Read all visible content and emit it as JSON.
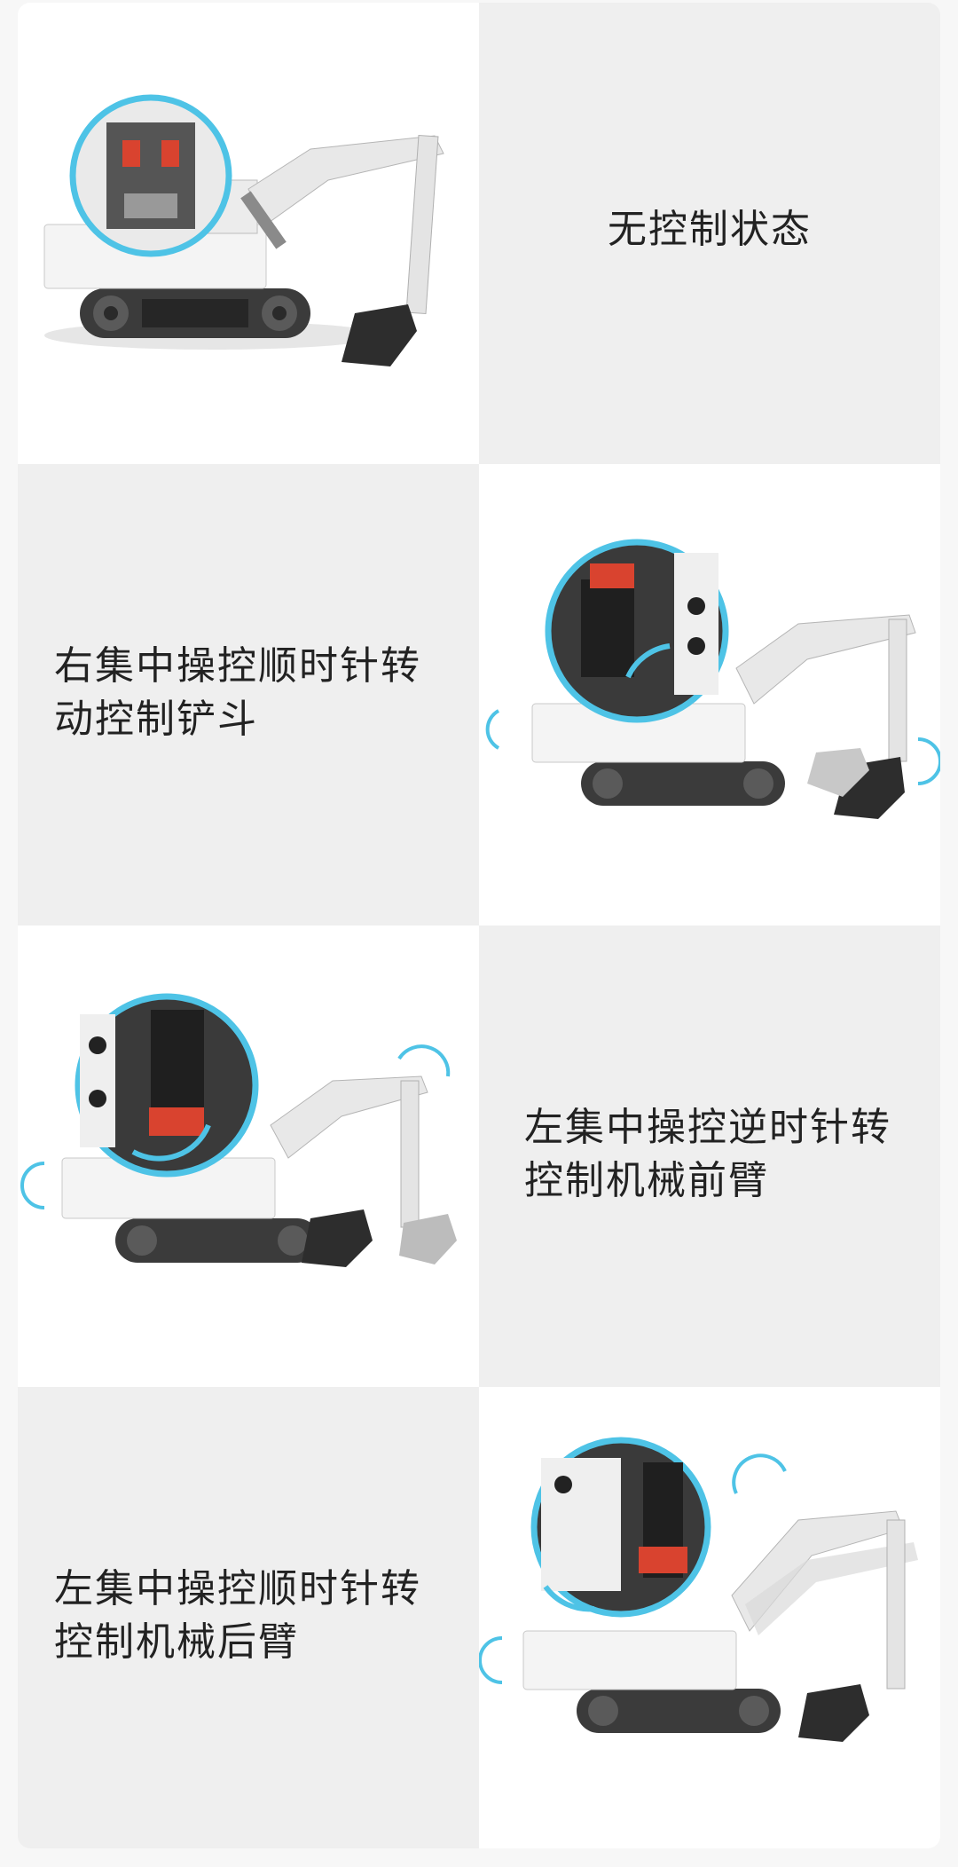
{
  "panels": [
    {
      "caption_lines": [
        "无控制状态"
      ]
    },
    {
      "caption_lines": [
        "右集中操控顺时针转",
        "动控制铲斗"
      ]
    },
    {
      "caption_lines": [
        "左集中操控逆时针转",
        "控制机械前臂"
      ]
    },
    {
      "caption_lines": [
        "左集中操控顺时针转",
        "控制机械后臂"
      ]
    }
  ],
  "colors": {
    "accent_arrow": "#4ec3e6",
    "panel_white": "#ffffff",
    "panel_gray": "#efefef",
    "gear_red": "#d9432f"
  },
  "icons": [
    "excavator-illustration",
    "zoom-circle",
    "rotation-arrow-icon"
  ]
}
